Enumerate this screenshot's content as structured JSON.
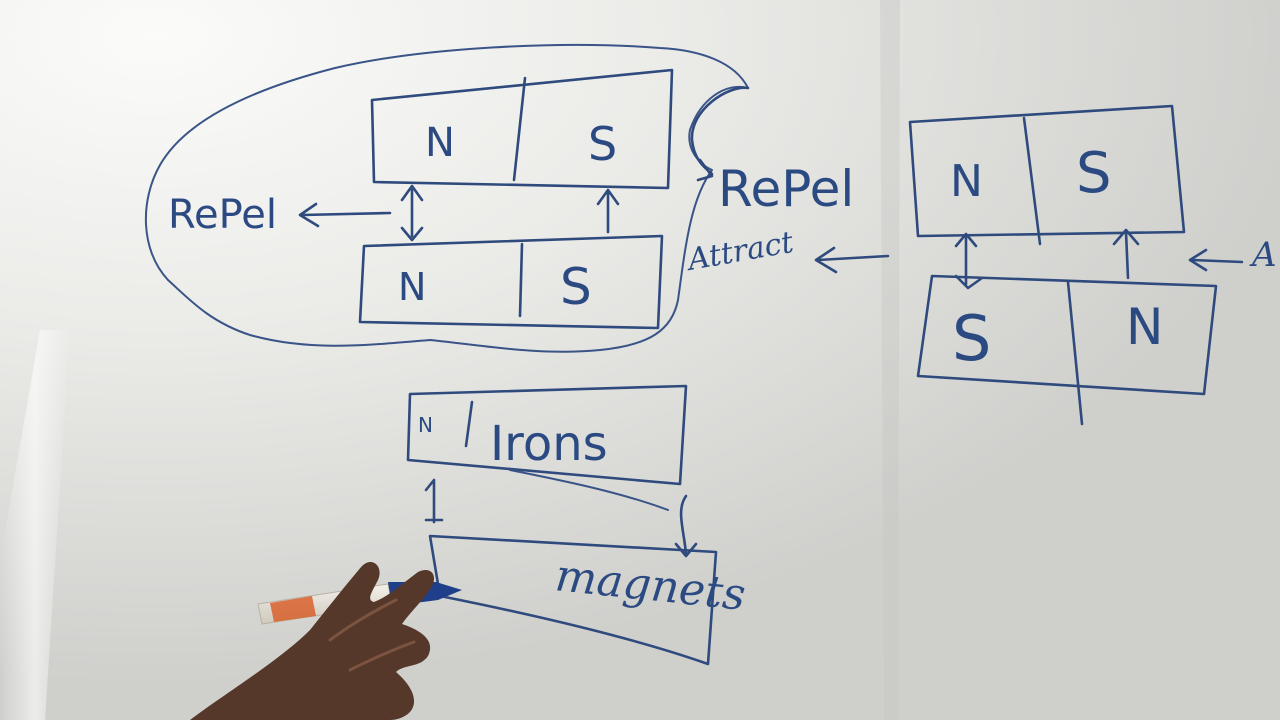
{
  "board": {
    "colors": {
      "ink": "#2f4a7d",
      "board_light": "#f2f2f0",
      "board_shadow": "#c9c9c6",
      "skin": "#5a3a28",
      "marker_body": "#e8e4dc",
      "marker_cap": "#1f3f8a"
    }
  },
  "diagram_repel_left": {
    "label": "RePel",
    "magnet_top": {
      "pole_left": "N",
      "pole_right": "S"
    },
    "magnet_bottom": {
      "pole_left": "N",
      "pole_right": "S"
    }
  },
  "diagram_right": {
    "repel_label": "RePel",
    "attract_label": "Attract",
    "cut_label": "A",
    "magnet_top": {
      "pole_left": "N",
      "pole_right": "S"
    },
    "magnet_bottom": {
      "pole_left": "S",
      "pole_right": "N"
    }
  },
  "diagram_iron": {
    "iron_pole": "N",
    "iron_label": "Irons",
    "magnet_label": "magnets"
  }
}
